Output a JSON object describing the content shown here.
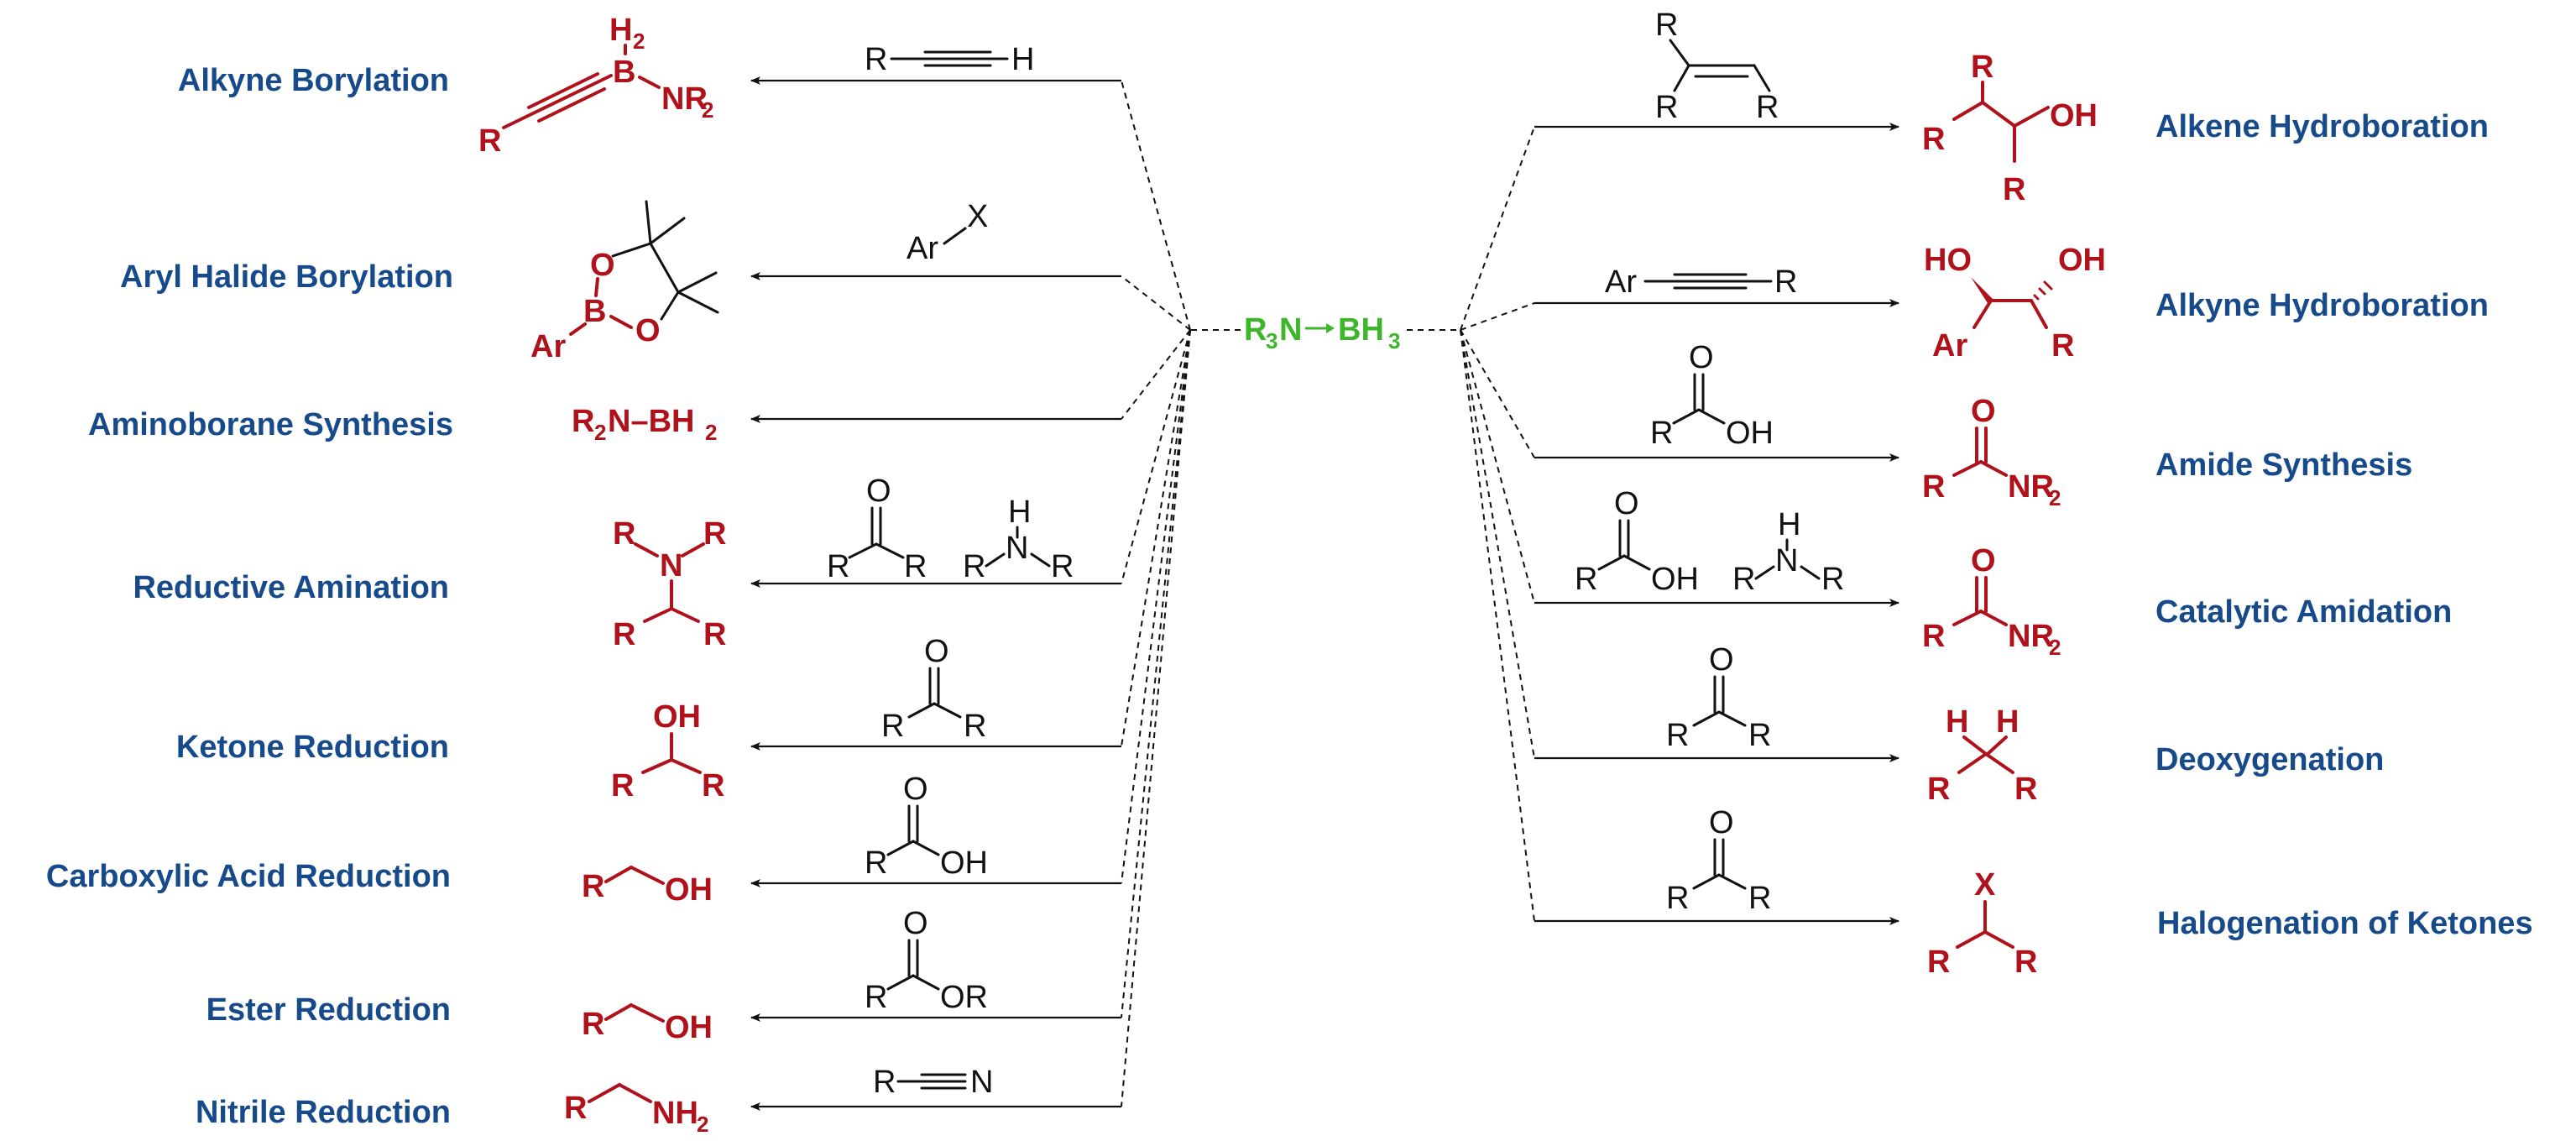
{
  "center_reagent": {
    "R": "R",
    "sub3": "3",
    "N": "N",
    "B": "BH",
    "sub3b": "3"
  },
  "left": [
    {
      "label": "Alkyne Borylation",
      "reagent": {
        "R": "R",
        "H": "H"
      },
      "product": {
        "H2": "H",
        "sub2": "2",
        "B": "B",
        "NR2": "NR",
        "nsub": "2",
        "R": "R"
      }
    },
    {
      "label": "Aryl Halide Borylation",
      "reagent": {
        "Ar": "Ar",
        "X": "X"
      },
      "product": {
        "O1": "O",
        "O2": "O",
        "B": "B",
        "Ar": "Ar"
      }
    },
    {
      "label": "Aminoborane Synthesis",
      "product": {
        "text1": "R",
        "sub1": "2",
        "text2": "N–BH",
        "sub2": "2"
      }
    },
    {
      "label": "Reductive Amination",
      "reagent": {
        "O": "O",
        "R1": "R",
        "R2": "R",
        "H": "H",
        "N": "N",
        "R3": "R",
        "R4": "R"
      },
      "product": {
        "R1": "R",
        "N": "N",
        "R2": "R",
        "R3": "R",
        "R4": "R"
      }
    },
    {
      "label": "Ketone Reduction",
      "reagent": {
        "O": "O",
        "R1": "R",
        "R2": "R"
      },
      "product": {
        "OH": "OH",
        "R1": "R",
        "R2": "R"
      }
    },
    {
      "label": "Carboxylic Acid Reduction",
      "reagent": {
        "O": "O",
        "R": "R",
        "OH": "OH"
      },
      "product": {
        "R": "R",
        "OH": "OH"
      }
    },
    {
      "label": "Ester Reduction",
      "reagent": {
        "O": "O",
        "R": "R",
        "OR": "OR"
      },
      "product": {
        "R": "R",
        "OH": "OH"
      }
    },
    {
      "label": "Nitrile Reduction",
      "reagent": {
        "R": "R",
        "N": "N"
      },
      "product": {
        "R": "R",
        "NH2": "NH",
        "sub2": "2"
      }
    }
  ],
  "right": [
    {
      "label": "Alkene Hydroboration",
      "reagent": {
        "R1": "R",
        "R2": "R",
        "R3": "R"
      },
      "product": {
        "R1": "R",
        "OH": "OH",
        "R2": "R",
        "R3": "R"
      }
    },
    {
      "label": "Alkyne Hydroboration",
      "reagent": {
        "Ar": "Ar",
        "R": "R"
      },
      "product": {
        "OH1": "HO",
        "OH2": "OH",
        "Ar": "Ar",
        "R": "R"
      }
    },
    {
      "label": "Amide Synthesis",
      "reagent": {
        "O": "O",
        "R": "R",
        "OH": "OH"
      },
      "product": {
        "O": "O",
        "R": "R",
        "NR2": "NR",
        "sub2": "2"
      }
    },
    {
      "label": "Catalytic Amidation",
      "reagent": {
        "O": "O",
        "R": "R",
        "OH": "OH",
        "H": "H",
        "N": "N",
        "R2": "R",
        "R3": "R"
      },
      "product": {
        "O": "O",
        "R": "R",
        "NR2": "NR",
        "sub2": "2"
      }
    },
    {
      "label": "Deoxygenation",
      "reagent": {
        "O": "O",
        "R1": "R",
        "R2": "R"
      },
      "product": {
        "H1": "H",
        "H2": "H",
        "R1": "R",
        "R2": "R"
      }
    },
    {
      "label": "Halogenation of Ketones",
      "reagent": {
        "O": "O",
        "R1": "R",
        "R2": "R"
      },
      "product": {
        "X": "X",
        "R1": "R",
        "R2": "R"
      }
    }
  ],
  "colors": {
    "label": "#164a8a",
    "product": "#b0121b",
    "reagent": "#3db72a",
    "line": "#111111"
  }
}
